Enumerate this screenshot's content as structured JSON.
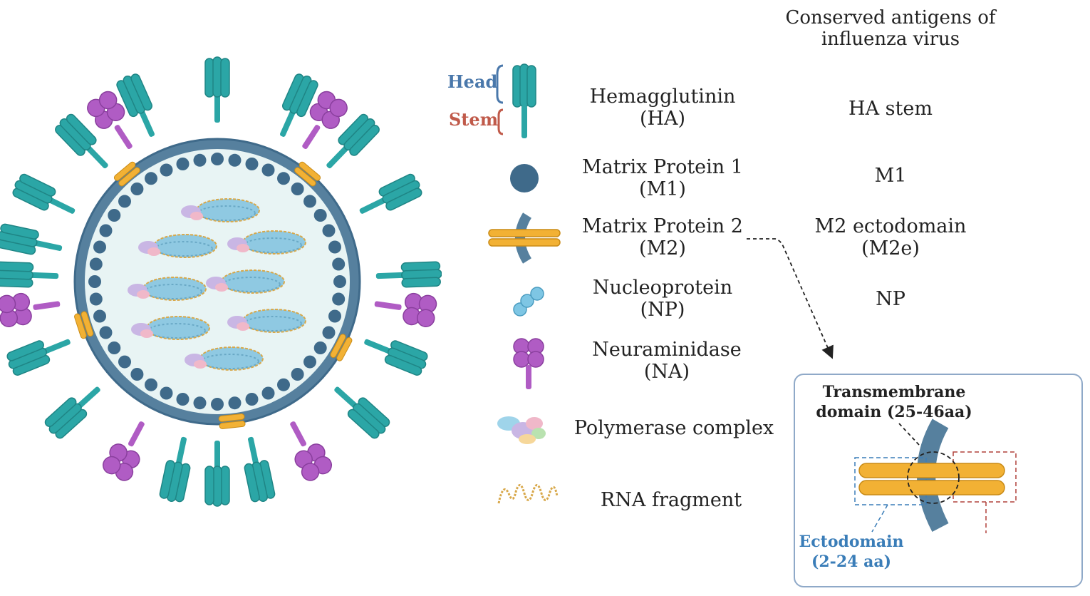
{
  "header": {
    "line1": "Conserved antigens of",
    "line2": "influenza virus"
  },
  "ha_parts": {
    "head": "Head",
    "stem": "Stem"
  },
  "legend": [
    {
      "line1": "Hemagglutinin",
      "line2": "(HA)"
    },
    {
      "line1": "Matrix Protein 1",
      "line2": "(M1)"
    },
    {
      "line1": "Matrix Protein 2",
      "line2": "(M2)"
    },
    {
      "line1": "Nucleoprotein",
      "line2": "(NP)"
    },
    {
      "line1": "Neuraminidase",
      "line2": "(NA)"
    },
    {
      "line1": "Polymerase complex",
      "line2": ""
    },
    {
      "line1": "RNA fragment",
      "line2": ""
    }
  ],
  "antigens": [
    {
      "line1": "HA stem",
      "line2": ""
    },
    {
      "line1": "M1",
      "line2": ""
    },
    {
      "line1": "M2 ectodomain",
      "line2": "(M2e)"
    },
    {
      "line1": "NP",
      "line2": ""
    }
  ],
  "inset": {
    "tm_line1": "Transmembrane",
    "tm_line2": "domain (25-46aa)",
    "ecto_line1": "Ectodomain",
    "ecto_line2": "(2-24 aa)"
  },
  "colors": {
    "ha": "#2ba6a6",
    "m1": "#3f6a8a",
    "m2": "#f2b134",
    "na": "#b05cc4",
    "np": "#7ec6e4",
    "membrane": "#56809e",
    "head_label": "#4a78ab",
    "stem_label": "#c05a4a"
  }
}
